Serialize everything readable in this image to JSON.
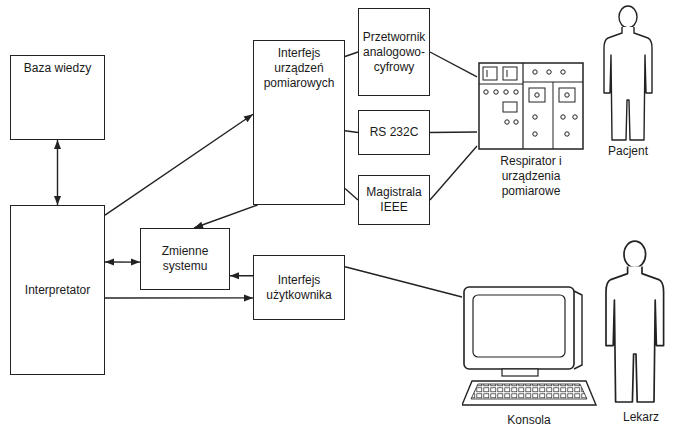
{
  "diagram": {
    "nodes": [
      {
        "text": [
          "Baza wiedzy"
        ]
      },
      {
        "text": [
          "Interpretator"
        ]
      },
      {
        "text": [
          "Zmienne systemu"
        ]
      },
      {
        "text": [
          "Interfejs urządzeń pomiarowych"
        ]
      },
      {
        "text": [
          "Interfejs użytkownika"
        ]
      },
      {
        "text": [
          "Przetwornik analogowo-cyfrowy"
        ]
      },
      {
        "text": [
          "RS 232C"
        ]
      },
      {
        "text": [
          "Magistrala IEEE"
        ]
      },
      {
        "text": [
          "Respirator i urządzenia pomiarowe"
        ]
      },
      {
        "text": [
          "Konsola"
        ]
      }
    ],
    "edges": [
      {
        "from": 0,
        "to": 1,
        "arrow": "both"
      },
      {
        "from": 1,
        "to": 3,
        "arrow": "to"
      },
      {
        "from": 1,
        "to": 2,
        "arrow": "both"
      },
      {
        "from": 3,
        "to": 2,
        "arrow": "to"
      },
      {
        "from": 4,
        "to": 2,
        "arrow": "to"
      },
      {
        "from": 1,
        "to": 4,
        "arrow": "to"
      },
      {
        "from": 3,
        "to": 5,
        "arrow": "none"
      },
      {
        "from": 3,
        "to": 6,
        "arrow": "none"
      },
      {
        "from": 3,
        "to": 7,
        "arrow": "none"
      },
      {
        "from": 5,
        "to": 8,
        "arrow": "none"
      },
      {
        "from": 6,
        "to": 8,
        "arrow": "none"
      },
      {
        "from": 7,
        "to": 8,
        "arrow": "none"
      },
      {
        "from": 4,
        "to": 9,
        "arrow": "none"
      }
    ],
    "labels": [
      "Pacjent",
      "Lekarz"
    ]
  }
}
